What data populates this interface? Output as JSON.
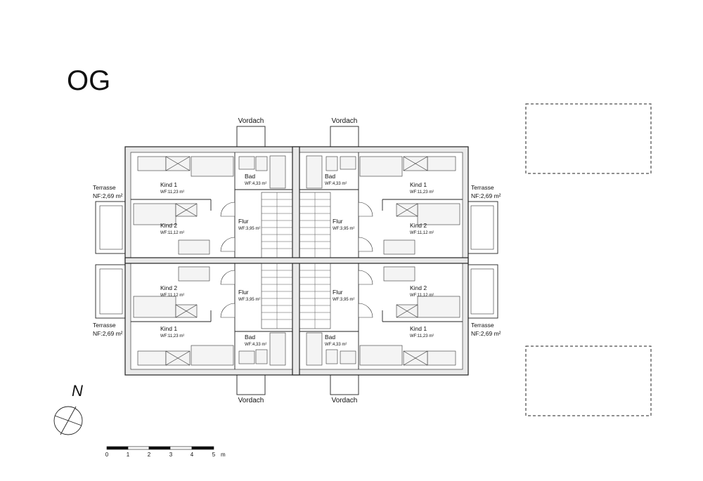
{
  "title": "OG",
  "north_label": "N",
  "labels": {
    "vordach": "Vordach",
    "terrasse": "Terrasse",
    "terrasse_area_left": "NF:2,69 m²",
    "terrasse_area_right": "NF:2,69 m²"
  },
  "rooms": {
    "kind1": "Kind 1",
    "kind1_area": "WF:11,23 m²",
    "kind2": "Kind 2",
    "kind2_area": "WF:11,12 m²",
    "bad": "Bad",
    "bad_area": "WF:4,33 m²",
    "flur": "Flur",
    "flur_area": "WF:3,95 m²"
  },
  "scale_bar": {
    "ticks": [
      "0",
      "1",
      "2",
      "3",
      "4",
      "5"
    ],
    "unit": "m"
  }
}
